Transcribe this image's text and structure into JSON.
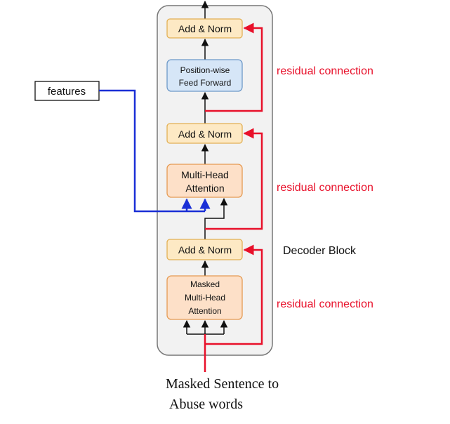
{
  "blocks": {
    "add_norm_top": "Add & Norm",
    "ffn_line1": "Position-wise",
    "ffn_line2": "Feed Forward",
    "add_norm_mid": "Add & Norm",
    "mha_line1": "Multi-Head",
    "mha_line2": "Attention",
    "add_norm_bottom": "Add & Norm",
    "masked_line1": "Masked",
    "masked_line2": "Multi-Head",
    "masked_line3": "Attention"
  },
  "labels": {
    "features": "features",
    "residual_1": "residual connection",
    "residual_2": "residual connection",
    "residual_3": "residual connection",
    "decoder_block": "Decoder Block",
    "input_line1": "Masked Sentence to",
    "input_line2": "Abuse words"
  },
  "colors": {
    "residual": "#e8102a",
    "features_path": "#1a2fd6",
    "add_norm_fill": "#fde9c4",
    "add_norm_stroke": "#e2b054",
    "attention_fill": "#fde0c8",
    "attention_stroke": "#e59a52",
    "ffn_fill": "#d6e6f7",
    "ffn_stroke": "#6c98c8",
    "block_fill": "#f2f2f2",
    "block_stroke": "#777777"
  }
}
